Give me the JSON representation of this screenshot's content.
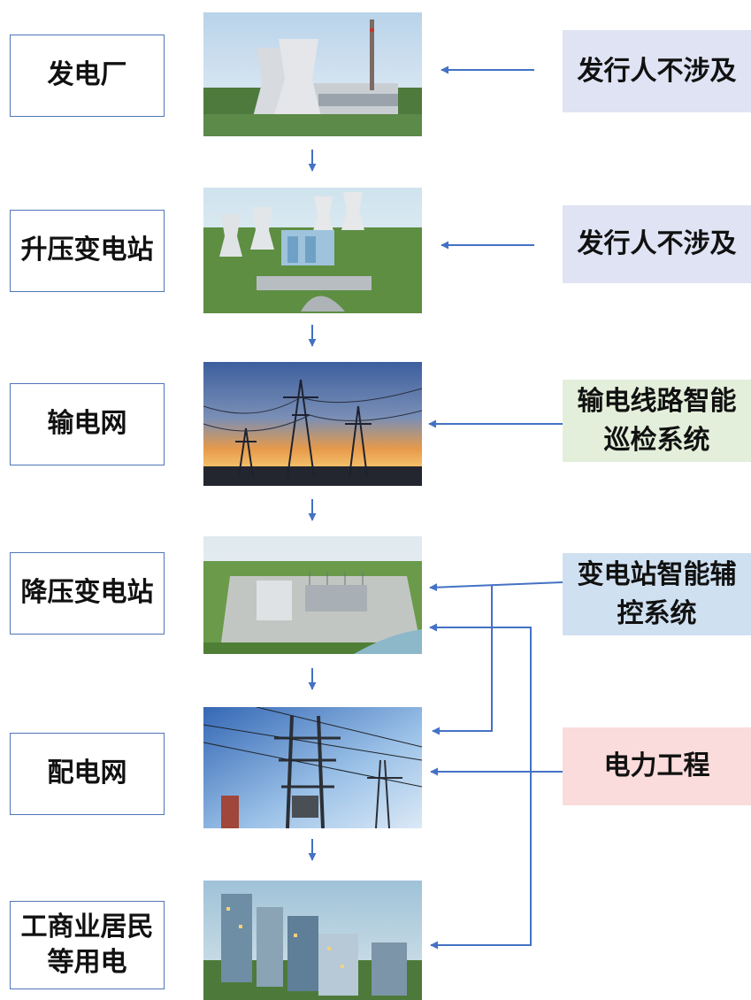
{
  "stages": [
    {
      "label": "发电厂"
    },
    {
      "label": "升压变电站"
    },
    {
      "label": "输电网"
    },
    {
      "label": "降压变电站"
    },
    {
      "label": "配电网"
    },
    {
      "label": "工商业居民\n等用电"
    }
  ],
  "tags": [
    {
      "label": "发行人不涉及"
    },
    {
      "label": "发行人不涉及"
    },
    {
      "label": "输电线路智能\n巡检系统"
    },
    {
      "label": "变电站智能辅\n控系统"
    },
    {
      "label": "电力工程"
    }
  ],
  "colors": {
    "arrow": "#4472c4",
    "box_border": "#4f76b8",
    "tag_lavender": "#dfe3f3",
    "tag_green": "#e3efda",
    "tag_blue": "#cfe0f1",
    "tag_pink": "#f9dcdb"
  },
  "images": [
    {
      "icon": "power-plant-photo"
    },
    {
      "icon": "step-up-substation-photo"
    },
    {
      "icon": "transmission-tower-sunset-photo"
    },
    {
      "icon": "step-down-substation-photo"
    },
    {
      "icon": "distribution-pole-photo"
    },
    {
      "icon": "city-buildings-photo"
    }
  ]
}
